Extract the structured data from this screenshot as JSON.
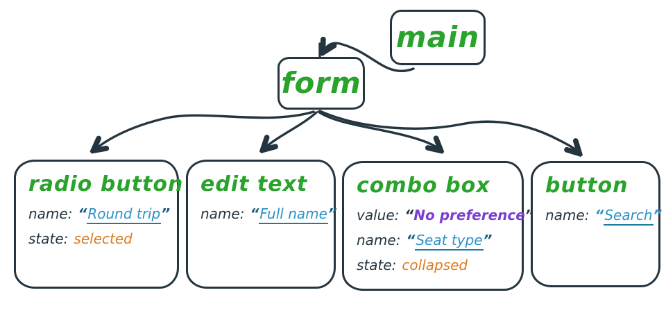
{
  "colors": {
    "ink": "#243540",
    "green": "#2aa32c",
    "blue": "#2a93c8",
    "blue_dark": "#1e7ba0",
    "purple": "#7c3ed2",
    "orange": "#dd7c1e",
    "quote": "#1d5e7e"
  },
  "punct": {
    "open_quote": "“",
    "close_quote": "”"
  },
  "nodes": {
    "main": {
      "label": "main"
    },
    "form": {
      "label": "form"
    },
    "radio": {
      "title": "radio button",
      "name_key": "name:",
      "name_value": "Round trip",
      "state_key": "state:",
      "state_value": "selected"
    },
    "edit": {
      "title": "edit text",
      "name_key": "name:",
      "name_value": "Full name"
    },
    "combo": {
      "title": "combo box",
      "value_key": "value:",
      "value_value": "No preference",
      "name_key": "name:",
      "name_value": "Seat type",
      "state_key": "state:",
      "state_value": "collapsed"
    },
    "button": {
      "title": "button",
      "name_key": "name:",
      "name_value": "Search"
    }
  }
}
